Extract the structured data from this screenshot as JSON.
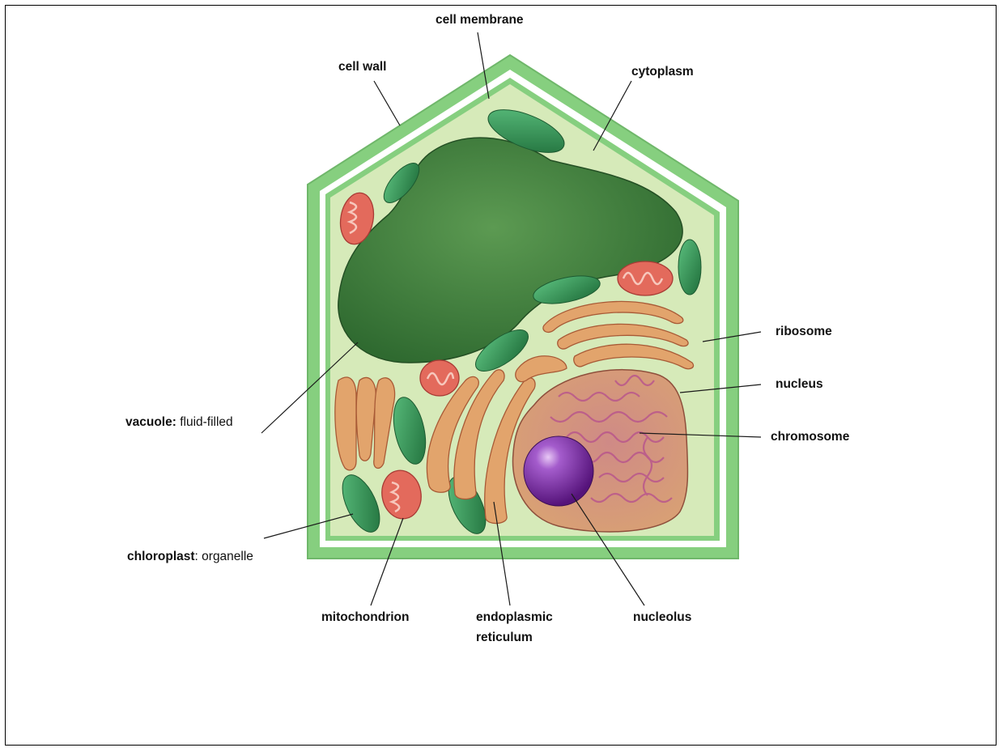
{
  "labels": {
    "cell_membrane": "cell membrane",
    "cell_wall": "cell wall",
    "cytoplasm": "cytoplasm",
    "ribosome": "ribosome",
    "nucleus": "nucleus",
    "chromosome": "chromosome",
    "vacuole_bold": "vacuole:",
    "vacuole_rest": " fluid-filled",
    "chloroplast_bold": "chloroplast",
    "chloroplast_rest": ": organelle",
    "mitochondrion": "mitochondrion",
    "er_line1": "endoplasmic",
    "er_line2": "reticulum",
    "nucleolus": "nucleolus"
  },
  "colors": {
    "cell_wall": "#7ec87a",
    "cytoplasm": "#d3e8b6",
    "vacuole": "#3f7e3c",
    "chloroplast": "#2f8f52",
    "mitochondrion": "#e0675a",
    "golgi_er": "#e3a56f",
    "nucleus": "#d79a74",
    "chromatin": "#b95f8f",
    "nucleolus": "#7b2fa0"
  }
}
